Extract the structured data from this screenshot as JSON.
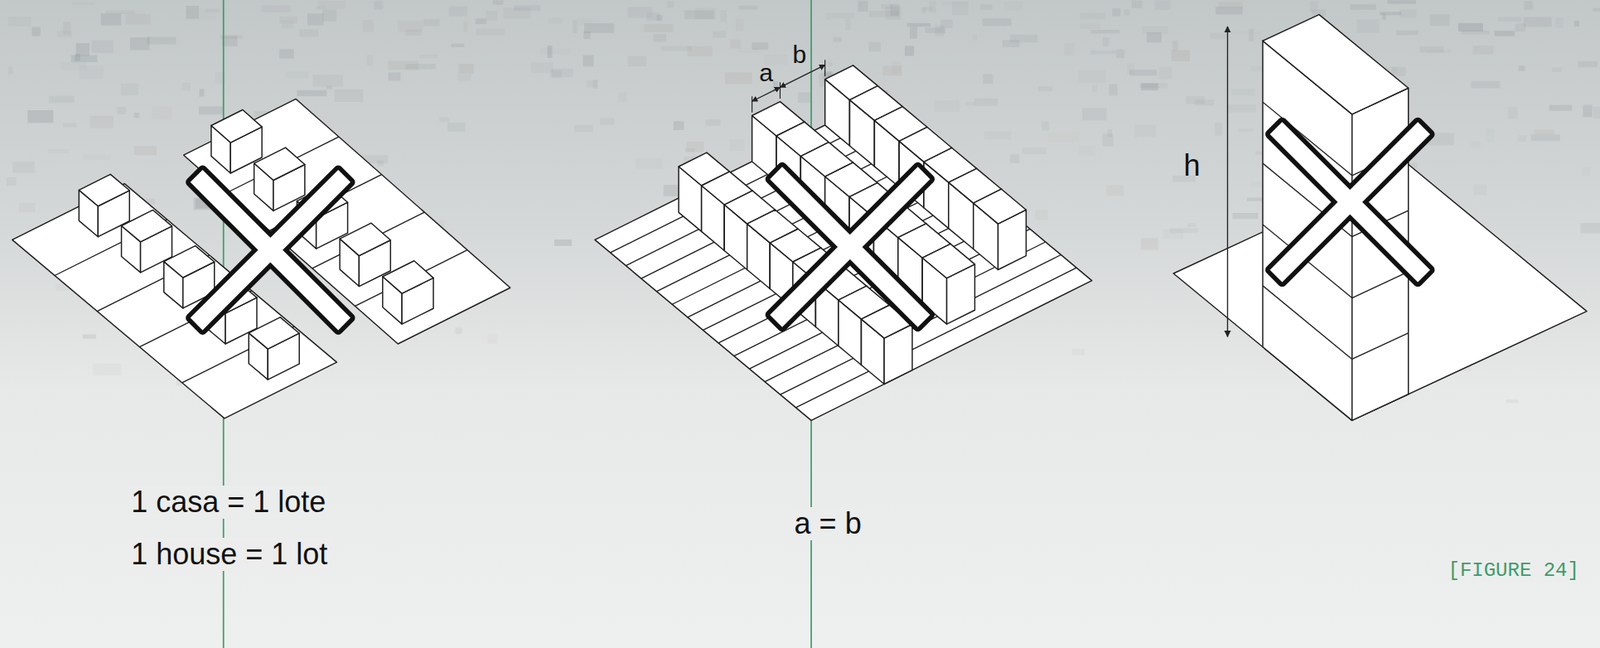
{
  "diagram": {
    "labels": [
      "a",
      "b",
      "h",
      "1 casa = 1 lote",
      "1 house = 1 lot",
      "a = b",
      "[FIGURE 24]"
    ]
  }
}
